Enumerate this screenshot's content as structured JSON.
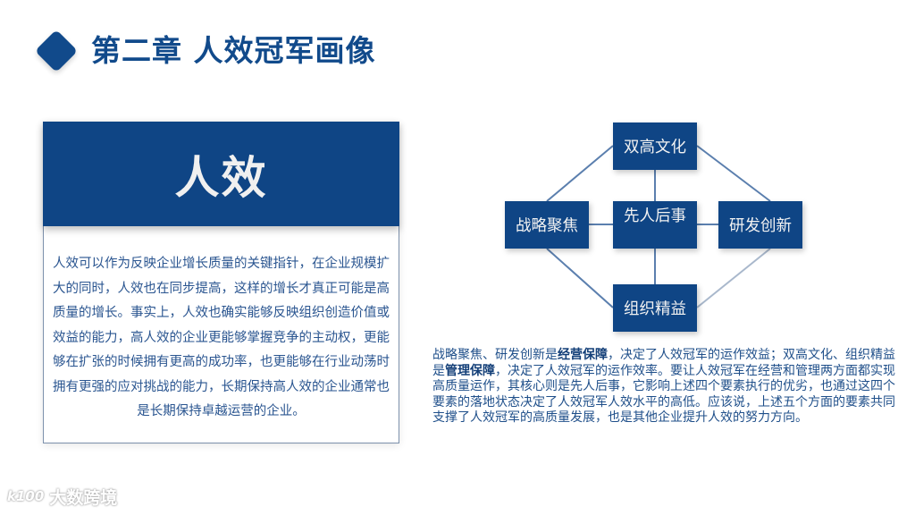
{
  "header": {
    "title": "第二章 人效冠军画像"
  },
  "card": {
    "title": "人效",
    "body": "人效可以作为反映企业增长质量的关键指针，在企业规模扩大的同时，人效也在同步提高，这样的增长才真正可能是高质量的增长。事实上，人效也确实能够反映组织创造价值或效益的能力，高人效的企业更能够掌握竞争的主动权，更能够在扩张的时候拥有更高的成功率，也更能够在行业动荡时拥有更强的应对挑战的能力，长期保持高人效的企业通常也是长期保持卓越运营的企业。"
  },
  "diagram": {
    "nodes": {
      "top": "双高文化",
      "left": "战略聚焦",
      "center": "先人后事",
      "right": "研发创新",
      "bottom": "组织精益"
    },
    "colors": {
      "node": "#0f4585",
      "line": "#5b7fae"
    }
  },
  "explanation": {
    "seg1": "战略聚焦、研发创新是",
    "bold1": "经营保障",
    "seg2": "，决定了人效冠军的运作效益；双高文化、组织精益是",
    "bold2": "管理保障",
    "seg3": "，决定了人效冠军的运作效率。要让人效冠军在经营和管理两方面都实现高质量运作，其核心则是先人后事，它影响上述四个要素执行的优劣，也通过这四个要素的落地状态决定了人效冠军人效水平的高低。应该说，上述五个方面的要素共同支撑了人效冠军的高质量发展，也是其他企业提升人效的努力方向。"
  },
  "watermark": {
    "logo": "k100",
    "text": "大数跨境"
  }
}
